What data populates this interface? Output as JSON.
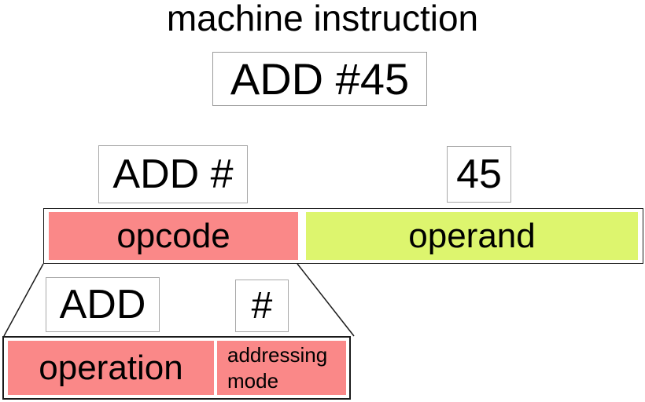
{
  "title": "machine instruction",
  "instruction": {
    "full_text": "ADD #45"
  },
  "instruction_fields": {
    "opcode_value": "ADD #",
    "operand_value": "45",
    "opcode_label": "opcode",
    "operand_label": "operand"
  },
  "opcode_detail_fields": {
    "operation_value": "ADD",
    "addressing_mode_value": "#",
    "operation_label": "operation",
    "addressing_mode_label": "addressing mode"
  },
  "colors": {
    "opcode_fill": "#fa8888",
    "operand_fill": "#ddf56e",
    "operation_fill": "#fa8888",
    "addressing_mode_fill": "#fa8888"
  }
}
